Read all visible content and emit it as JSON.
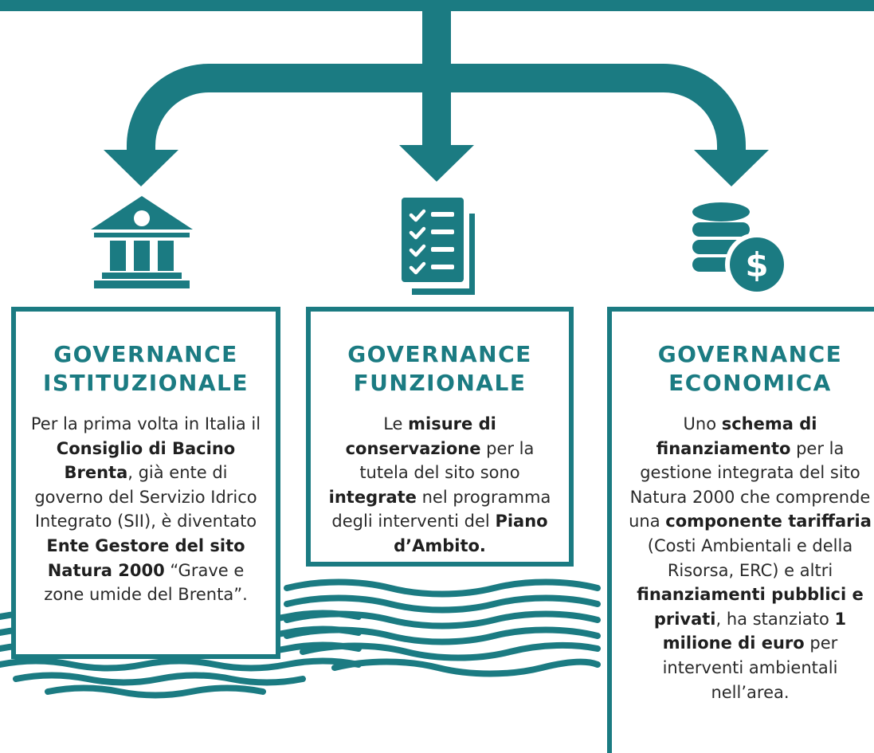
{
  "colors": {
    "primary": "#1b7b82",
    "text": "#2a2a2a",
    "background": "#ffffff"
  },
  "icons": [
    "institution-icon",
    "checklist-icon",
    "coins-dollar-icon"
  ],
  "boxes": [
    {
      "title_line1": "GOVERNANCE",
      "title_line2": "ISTITUZIONALE",
      "segments": [
        {
          "t": "Per la prima volta in Italia il ",
          "b": false
        },
        {
          "t": "Consiglio di Bacino Brenta",
          "b": true
        },
        {
          "t": ", già ente di governo del Servizio Idrico Integrato (SII), è diventato ",
          "b": false
        },
        {
          "t": "Ente Gestore del sito Natura 2000",
          "b": true
        },
        {
          "t": " “Grave e zone umide del Brenta”.",
          "b": false
        }
      ]
    },
    {
      "title_line1": "GOVERNANCE",
      "title_line2": "FUNZIONALE",
      "segments": [
        {
          "t": "Le ",
          "b": false
        },
        {
          "t": "misure di conservazione",
          "b": true
        },
        {
          "t": " per la tutela del sito sono ",
          "b": false
        },
        {
          "t": "integrate",
          "b": true
        },
        {
          "t": " nel programma degli interventi del ",
          "b": false
        },
        {
          "t": "Piano d’Ambito.",
          "b": true
        }
      ]
    },
    {
      "title_line1": "GOVERNANCE",
      "title_line2": "ECONOMICA",
      "segments": [
        {
          "t": "Uno ",
          "b": false
        },
        {
          "t": "schema di finanziamento",
          "b": true
        },
        {
          "t": " per la gestione integrata del sito Natura 2000 che comprende una ",
          "b": false
        },
        {
          "t": "componente tariffaria",
          "b": true
        },
        {
          "t": " (Costi Ambientali e della Risorsa, ERC) e altri ",
          "b": false
        },
        {
          "t": "finanziamenti pubblici e privati",
          "b": true
        },
        {
          "t": ", ha stanziato ",
          "b": false
        },
        {
          "t": "1 milione di euro",
          "b": true
        },
        {
          "t": " per interventi ambientali nell’area.",
          "b": false
        }
      ]
    }
  ]
}
